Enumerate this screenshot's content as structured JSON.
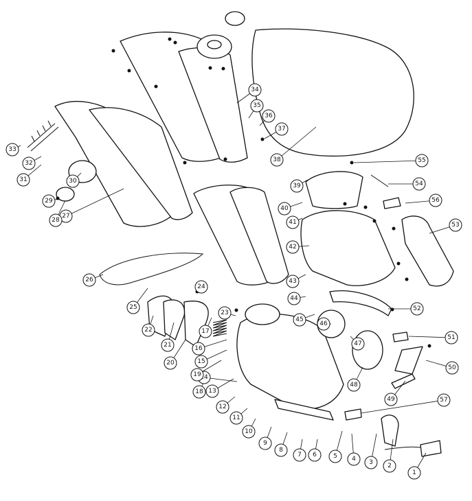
{
  "callouts": [
    "1",
    "2",
    "3",
    "4",
    "5",
    "6",
    "7",
    "8",
    "9",
    "10",
    "11",
    "12",
    "13",
    "14",
    "15",
    "16",
    "17",
    "18",
    "19",
    "20",
    "21",
    "22",
    "23",
    "24",
    "25",
    "26",
    "27",
    "28",
    "29",
    "30",
    "31",
    "32",
    "33",
    "34",
    "35",
    "36",
    "37",
    "38",
    "39",
    "40",
    "41",
    "42",
    "43",
    "44",
    "45",
    "46",
    "47",
    "48",
    "49",
    "50",
    "51",
    "52",
    "53",
    "54",
    "55",
    "56",
    "57"
  ]
}
